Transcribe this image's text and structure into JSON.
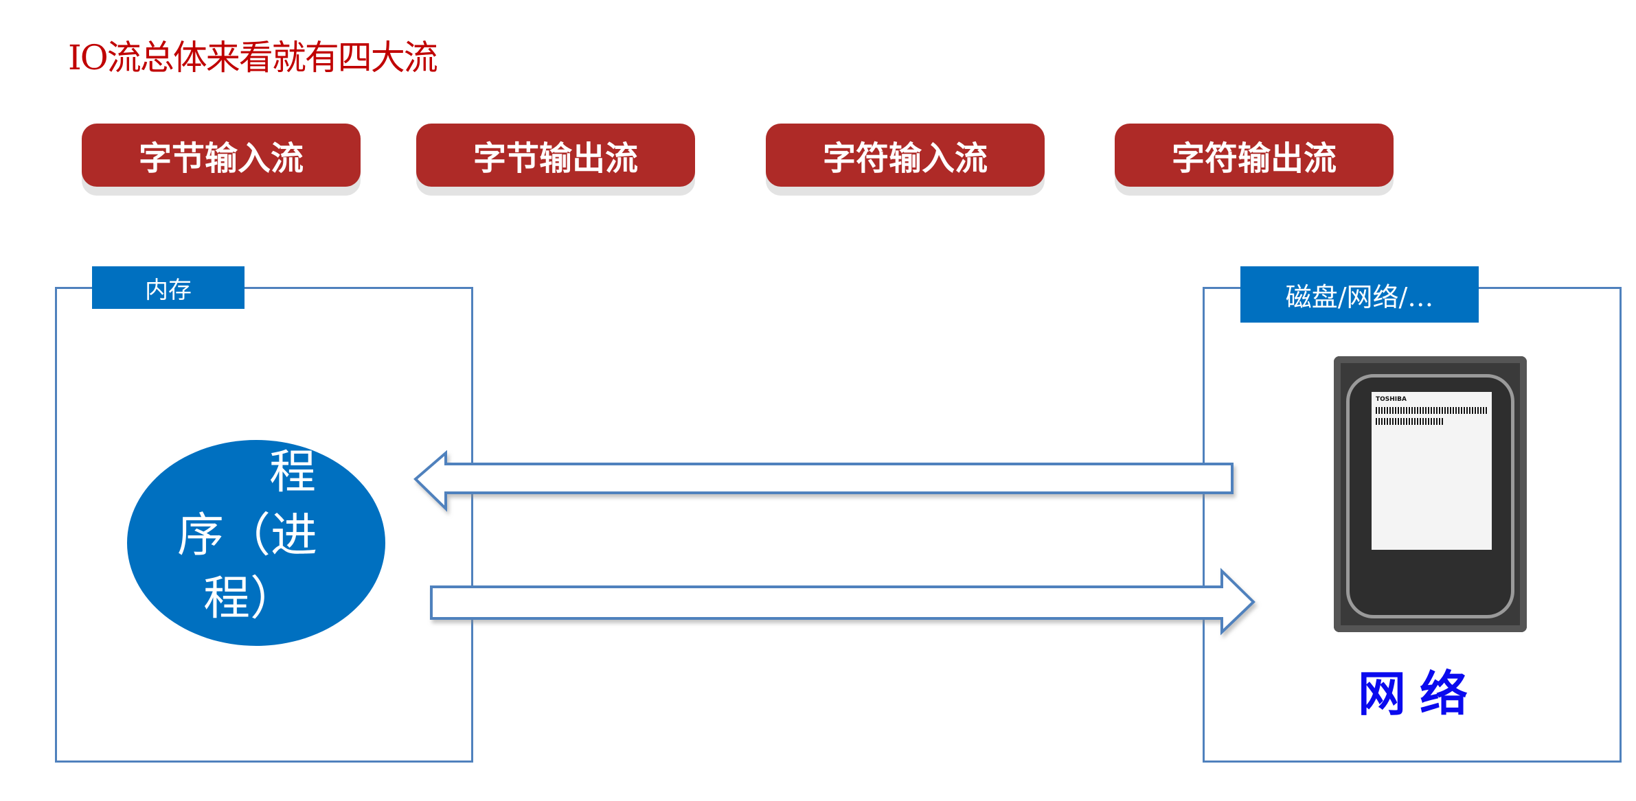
{
  "title": "IO流总体来看就有四大流",
  "stream_types": [
    "字节输入流",
    "字节输出流",
    "字符输入流",
    "字符输出流"
  ],
  "memory_box": {
    "label": "内存"
  },
  "program": {
    "line1": "程",
    "line2": "序（进",
    "line3": "程）"
  },
  "storage_box": {
    "label": "磁盘/网络/…",
    "network_text": "网络",
    "hdd_brand": "TOSHIBA"
  },
  "colors": {
    "title": "#c00000",
    "pill": "#ae2a27",
    "label_bg": "#0070c0",
    "border": "#4f81bd",
    "network_text": "#0a0aee"
  }
}
